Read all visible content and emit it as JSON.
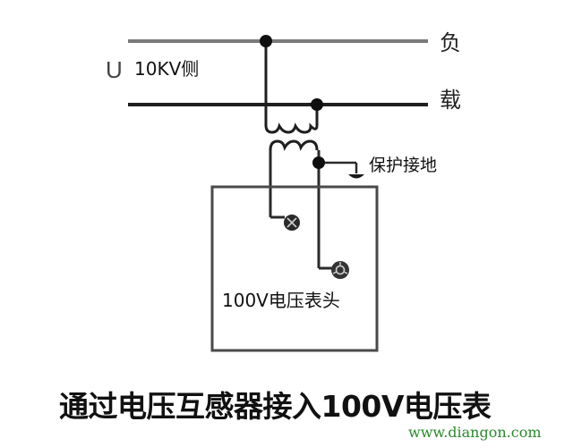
{
  "diagram": {
    "title": "通过电压互感器接入100V电压表",
    "labels": {
      "voltage_symbol": "U",
      "high_voltage_side": "10KV侧",
      "load_top": "负",
      "load_bottom": "载",
      "protective_ground": "保护接地",
      "meter_head": "100V电压表头"
    },
    "watermark": "www.diangon.com",
    "components": [
      {
        "id": "bus-top",
        "type": "line",
        "desc": "upper 10KV bus line"
      },
      {
        "id": "bus-bottom",
        "type": "line",
        "desc": "lower 10KV bus line"
      },
      {
        "id": "pt-primary",
        "type": "coil",
        "desc": "voltage transformer primary winding"
      },
      {
        "id": "pt-secondary",
        "type": "coil",
        "desc": "voltage transformer secondary winding"
      },
      {
        "id": "ground",
        "type": "ground-symbol",
        "desc": "protective grounding"
      },
      {
        "id": "meter",
        "type": "box",
        "desc": "100V voltmeter head with two terminals"
      }
    ],
    "colors": {
      "line": "#1a1a1a",
      "bus_top": "#7a7a7a",
      "text": "#111111",
      "watermark": "#2a8a2a"
    }
  }
}
